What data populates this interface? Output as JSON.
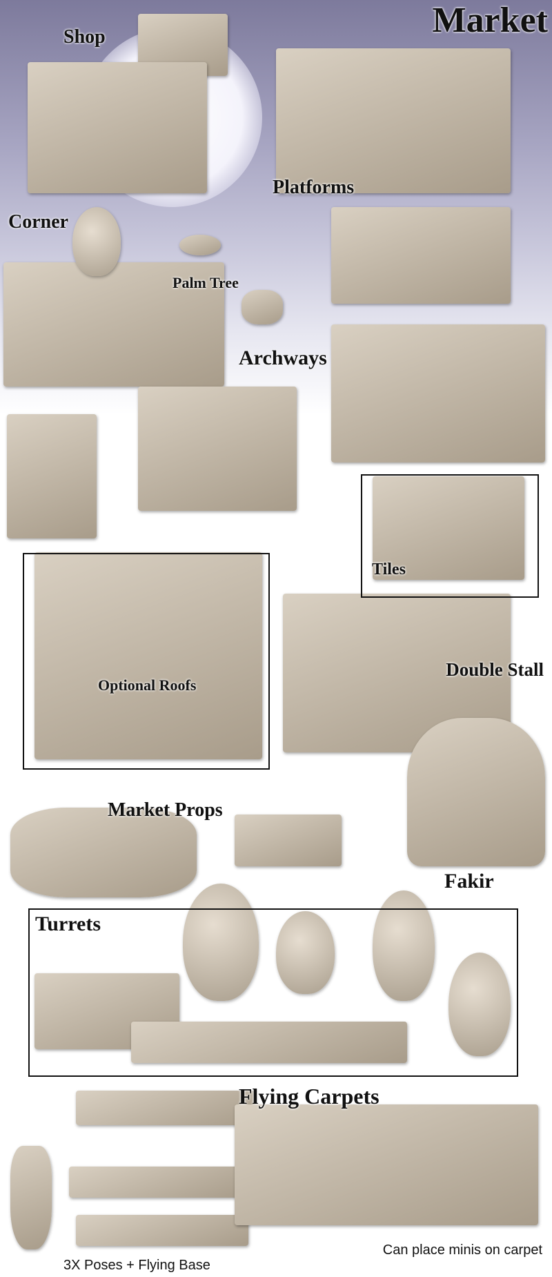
{
  "title": "Market",
  "labels": {
    "shop": "Shop",
    "platforms": "Platforms",
    "corner": "Corner",
    "palm_tree": "Palm Tree",
    "archways": "Archways",
    "tiles": "Tiles",
    "optional_roofs": "Optional Roofs",
    "double_stall": "Double Stall",
    "market_props": "Market Props",
    "fakir": "Fakir",
    "turrets": "Turrets",
    "flying_carpets": "Flying Carpets",
    "poses": "3X Poses + Flying Base",
    "minis": "Can place minis on carpet"
  },
  "colors": {
    "model": "#c9bfb0",
    "sky": "#8f8cad",
    "text": "#111111"
  }
}
